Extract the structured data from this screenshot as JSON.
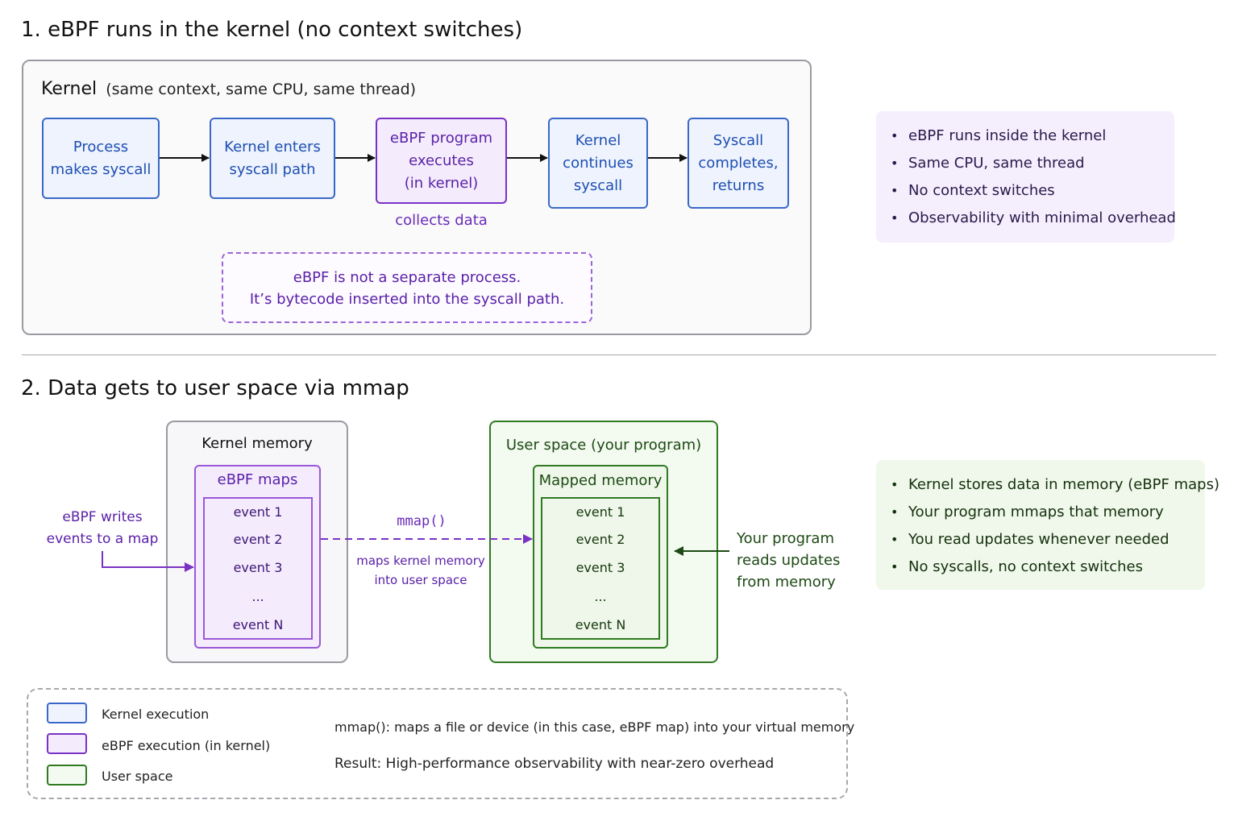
{
  "section1": {
    "title": "1. eBPF runs in the kernel (no context switches)",
    "kernel_label": "Kernel",
    "kernel_sublabel": "(same context, same CPU, same thread)",
    "steps": [
      {
        "label": "Process\nmakes syscall"
      },
      {
        "label": "Kernel enters\nsyscall path"
      },
      {
        "label": "eBPF program\nexecutes\n(in kernel)"
      },
      {
        "label": "Kernel\ncontinues\nsyscall"
      },
      {
        "label": "Syscall\ncompletes,\nreturns"
      }
    ],
    "collects_data": "collects data",
    "note_line1": "eBPF is not a separate process.",
    "note_line2": "It’s bytecode inserted into the syscall path.",
    "side_notes": [
      "eBPF runs inside the kernel",
      "Same CPU, same thread",
      "No context switches",
      "Observability with minimal overhead"
    ]
  },
  "section2": {
    "title": "2. Data gets to user space via mmap",
    "kernel_memory": {
      "title": "Kernel memory",
      "maps_title": "eBPF maps",
      "events": [
        "event 1",
        "event 2",
        "event 3",
        "...",
        "event N"
      ]
    },
    "user_space": {
      "title": "User space (your program)",
      "mapped_title": "Mapped memory",
      "events": [
        "event 1",
        "event 2",
        "event 3",
        "...",
        "event N"
      ]
    },
    "writes_label": "eBPF writes\nevents to a map",
    "mmap_label": "mmap()",
    "mmap_desc": "maps kernel memory\ninto user space",
    "reads_label": "Your program\nreads updates\nfrom memory",
    "side_notes": [
      "Kernel stores data in memory (eBPF maps)",
      "Your program mmaps that memory",
      "You read updates whenever needed",
      "No syscalls, no context switches"
    ]
  },
  "legend": {
    "items": [
      {
        "label": "Kernel execution",
        "color": "#3a68c8"
      },
      {
        "label": "eBPF execution (in kernel)",
        "color": "#7a32c4"
      },
      {
        "label": "User space",
        "color": "#2f7a22"
      }
    ],
    "mmap_note": "mmap(): maps a file or device (in this case, eBPF map) into your virtual memory",
    "result_note": "Result: High-performance observability with near-zero overhead"
  },
  "colors": {
    "kernel_blue": "#3a68c8",
    "ebpf_purple": "#7a32c4",
    "user_green": "#2f7a22"
  }
}
